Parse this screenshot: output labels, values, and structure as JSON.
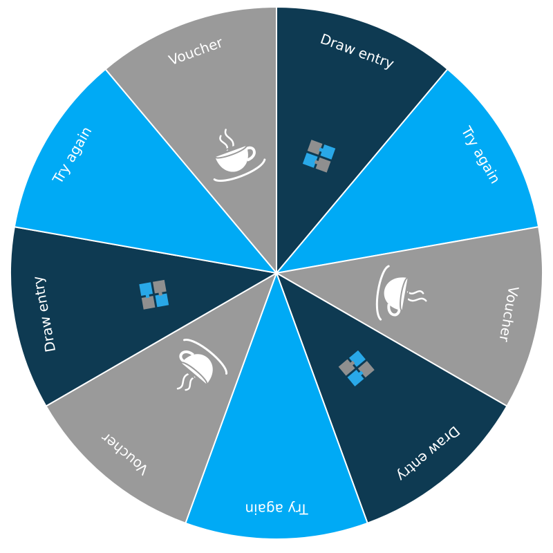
{
  "wheel": {
    "colors": {
      "voucher": "#9a9a9a",
      "draw_entry": "#0e3a52",
      "try_again": "#00aaf5",
      "divider": "#ffffff",
      "label": "#ffffff",
      "tile_light": "#29a8e8",
      "tile_grey": "#8f8f8f"
    },
    "segments": [
      {
        "type": "draw_entry",
        "label": "Draw entry",
        "icon": "draw-entry-tiles-icon"
      },
      {
        "type": "try_again",
        "label": "Try again",
        "icon": ""
      },
      {
        "type": "voucher",
        "label": "Voucher",
        "icon": "coffee-cup-icon"
      },
      {
        "type": "draw_entry",
        "label": "Draw entry",
        "icon": "draw-entry-tiles-icon"
      },
      {
        "type": "try_again",
        "label": "Try again",
        "icon": ""
      },
      {
        "type": "voucher",
        "label": "Voucher",
        "icon": "coffee-cup-icon"
      },
      {
        "type": "draw_entry",
        "label": "Draw entry",
        "icon": "draw-entry-tiles-icon"
      },
      {
        "type": "try_again",
        "label": "Try again",
        "icon": ""
      },
      {
        "type": "voucher",
        "label": "Voucher",
        "icon": "coffee-cup-icon"
      }
    ]
  }
}
